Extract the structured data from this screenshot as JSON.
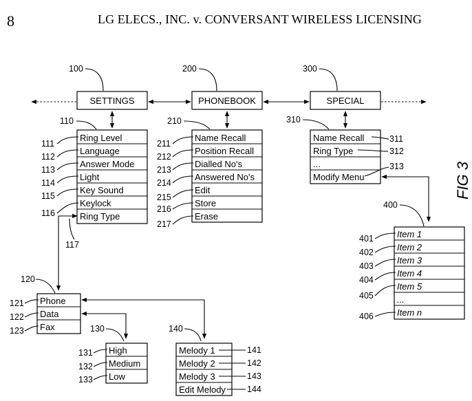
{
  "header": {
    "page_number": "8",
    "title": "LG ELECS., INC. v. CONVERSANT WIRELESS LICENSING"
  },
  "figure_label": "FIG 3",
  "top_menu": {
    "settings": {
      "ref": "100",
      "label": "SETTINGS"
    },
    "phonebook": {
      "ref": "200",
      "label": "PHONEBOOK"
    },
    "special": {
      "ref": "300",
      "label": "SPECIAL"
    }
  },
  "settings_list": {
    "ref": "110",
    "items": [
      {
        "ref": "111",
        "label": "Ring Level"
      },
      {
        "ref": "112",
        "label": "Language"
      },
      {
        "ref": "113",
        "label": "Answer Mode"
      },
      {
        "ref": "114",
        "label": "Light"
      },
      {
        "ref": "115",
        "label": "Key Sound"
      },
      {
        "ref": "",
        "label": "Keylock"
      },
      {
        "ref": "116",
        "label": "Ring Type"
      }
    ],
    "link_ref": "117"
  },
  "phonebook_list": {
    "ref": "210",
    "items": [
      {
        "ref": "211",
        "label": "Name Recall"
      },
      {
        "ref": "212",
        "label": "Position Recall"
      },
      {
        "ref": "213",
        "label": "Dialled No's"
      },
      {
        "ref": "214",
        "label": "Answered No's"
      },
      {
        "ref": "215",
        "label": "Edit"
      },
      {
        "ref": "216",
        "label": "Store"
      },
      {
        "ref": "217",
        "label": "Erase"
      }
    ]
  },
  "special_list": {
    "ref": "310",
    "items": [
      {
        "ref": "311",
        "label": "Name Recall"
      },
      {
        "ref": "312",
        "label": "Ring Type"
      },
      {
        "ref": "",
        "label": "..."
      },
      {
        "ref": "313",
        "label": "Modify Menu"
      }
    ]
  },
  "item_list": {
    "ref": "400",
    "items": [
      {
        "ref": "401",
        "label": "Item 1"
      },
      {
        "ref": "402",
        "label": "Item 2"
      },
      {
        "ref": "403",
        "label": "Item 3"
      },
      {
        "ref": "404",
        "label": "Item 4"
      },
      {
        "ref": "405",
        "label": "Item 5"
      },
      {
        "ref": "",
        "label": "..."
      },
      {
        "ref": "406",
        "label": "Item n"
      }
    ]
  },
  "ring_type_list": {
    "ref": "120",
    "items": [
      {
        "ref": "121",
        "label": "Phone"
      },
      {
        "ref": "122",
        "label": "Data"
      },
      {
        "ref": "123",
        "label": "Fax"
      }
    ]
  },
  "level_list": {
    "ref": "130",
    "items": [
      {
        "ref": "131",
        "label": "High"
      },
      {
        "ref": "132",
        "label": "Medium"
      },
      {
        "ref": "133",
        "label": "Low"
      }
    ]
  },
  "melody_list": {
    "ref": "140",
    "items": [
      {
        "ref": "141",
        "label": "Melody 1"
      },
      {
        "ref": "142",
        "label": "Melody 2"
      },
      {
        "ref": "143",
        "label": "Melody 3"
      },
      {
        "ref": "144",
        "label": "Edit Melody"
      }
    ]
  }
}
